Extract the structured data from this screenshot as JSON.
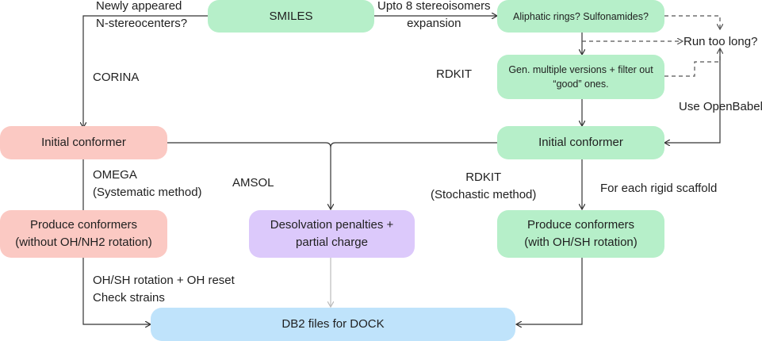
{
  "nodes": {
    "smiles": "SMILES",
    "aliphatic": "Aliphatic rings? Sulfonamides?",
    "run_too_long": "Run too long?",
    "gen_versions": "Gen. multiple versions + filter out “good” ones.",
    "initial_conformer_left": "Initial conformer",
    "initial_conformer_right": "Initial conformer",
    "produce_left_line1": "Produce conformers",
    "produce_left_line2": "(without OH/NH2 rotation)",
    "desolvation_line1": "Desolvation penalties +",
    "desolvation_line2": "partial charge",
    "produce_right_line1": "Produce conformers",
    "produce_right_line2": "(with OH/SH rotation)",
    "db2": "DB2 files for DOCK"
  },
  "labels": {
    "newly_line1": "Newly appeared",
    "newly_line2": "N-stereocenters?",
    "upto_line1": "Upto 8 stereoisomers",
    "upto_line2": "expansion",
    "corina": "CORINA",
    "rdkit_top": "RDKIT",
    "use_openbabel": "Use OpenBabel",
    "omega_line1": "OMEGA",
    "omega_line2": "(Systematic method)",
    "amsol": "AMSOL",
    "rdkit_mid_line1": "RDKIT",
    "rdkit_mid_line2": "(Stochastic method)",
    "rigid_scaffold": "For each rigid scaffold",
    "ohsh_line1": "OH/SH rotation + OH reset",
    "ohsh_line2": "Check strains"
  },
  "colors": {
    "green": "#b6efc9",
    "red": "#fbc9c3",
    "purple": "#dcc9fb",
    "blue": "#bfe3fb",
    "edge": "#333333",
    "dashed_edge": "#555555",
    "light_edge": "#bbbbbb"
  }
}
